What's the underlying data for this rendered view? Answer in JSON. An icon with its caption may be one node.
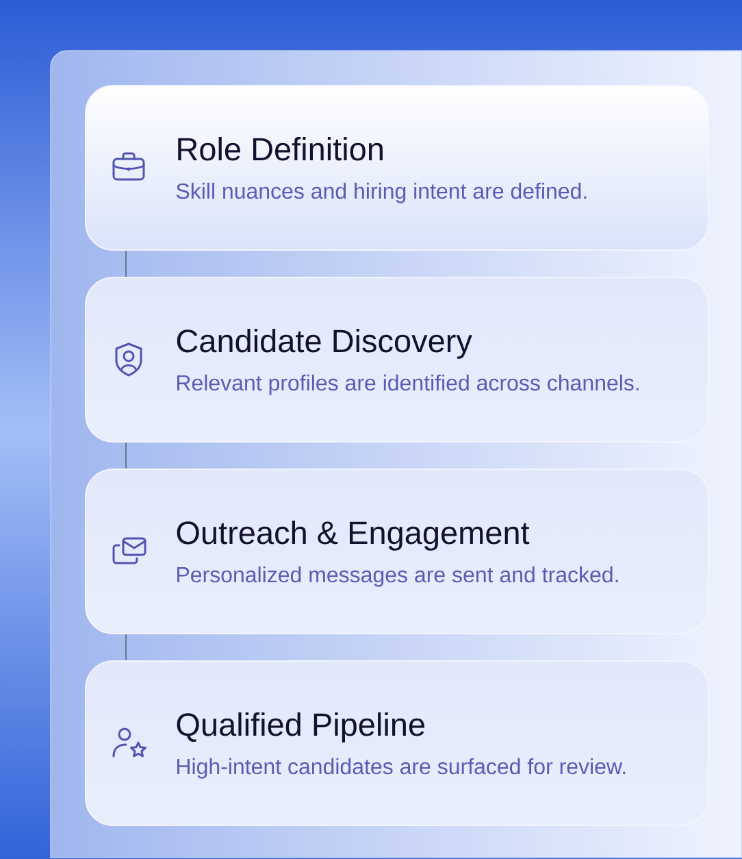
{
  "diagram": {
    "nodes": [
      {
        "text": [
          "Role Definition",
          "Skill nuances and hiring intent are defined."
        ]
      },
      {
        "text": [
          "Candidate Discovery",
          "Relevant profiles are identified across channels."
        ]
      },
      {
        "text": [
          "Outreach & Engagement",
          "Personalized messages are sent and tracked."
        ]
      },
      {
        "text": [
          "Qualified Pipeline",
          "High-intent candidates are surfaced for review."
        ]
      }
    ],
    "edges": [
      {
        "from": 0,
        "to": 1,
        "arrow": "none"
      },
      {
        "from": 1,
        "to": 2,
        "arrow": "none"
      },
      {
        "from": 2,
        "to": 3,
        "arrow": "none"
      }
    ]
  }
}
